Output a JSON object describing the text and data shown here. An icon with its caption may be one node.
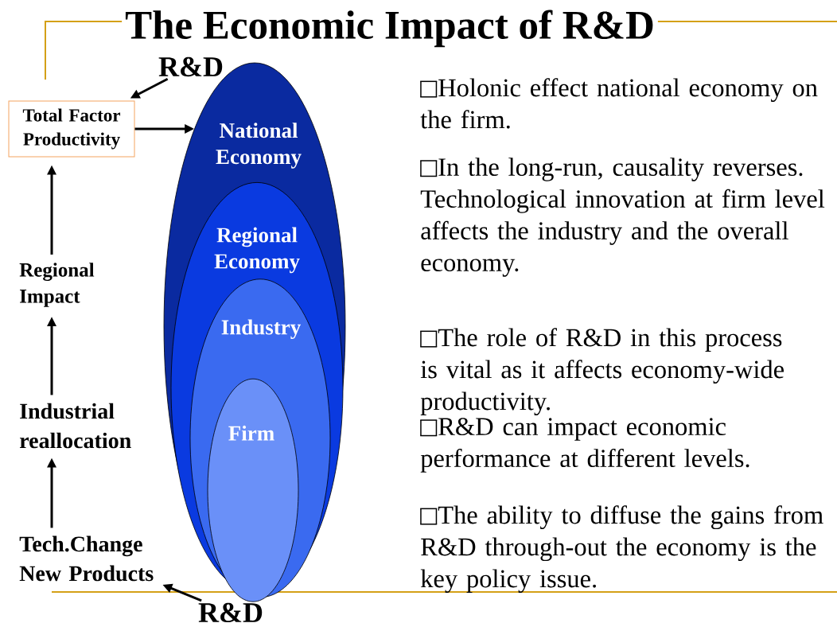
{
  "diagram": {
    "title": "The Economic Impact of R&D",
    "nodes": [
      {
        "text": [
          "R&D"
        ]
      },
      {
        "text": [
          "Total Factor Productivity"
        ]
      },
      {
        "text": [
          "National Economy"
        ]
      },
      {
        "text": [
          "Regional Economy"
        ],
        "in": 2
      },
      {
        "text": [
          "Industry"
        ],
        "in": 3
      },
      {
        "text": [
          "Firm"
        ],
        "in": 4
      },
      {
        "text": [
          "Regional Impact"
        ]
      },
      {
        "text": [
          "Industrial reallocation"
        ]
      },
      {
        "text": [
          "Tech.Change New Products"
        ]
      },
      {
        "text": [
          "R&D"
        ]
      }
    ],
    "edges": [
      {
        "from": 0,
        "to": 1,
        "arrow": "to"
      },
      {
        "from": 1,
        "to": 2,
        "arrow": "to"
      },
      {
        "from": 6,
        "to": 1,
        "arrow": "to"
      },
      {
        "from": 7,
        "to": 6,
        "arrow": "to"
      },
      {
        "from": 8,
        "to": 7,
        "arrow": "to"
      },
      {
        "from": 9,
        "to": 8,
        "arrow": "to"
      }
    ],
    "labels": [
      "Holonic effect national economy on the firm.",
      "In the long-run, causality reverses. Technological innovation at firm level affects the industry and the overall economy.",
      "The role of  R&D in this process is vital as it affects economy-wide productivity.",
      "R&D can impact economic performance at different levels.",
      "The ability to diffuse the gains from R&D through-out the economy is the key policy issue."
    ]
  }
}
